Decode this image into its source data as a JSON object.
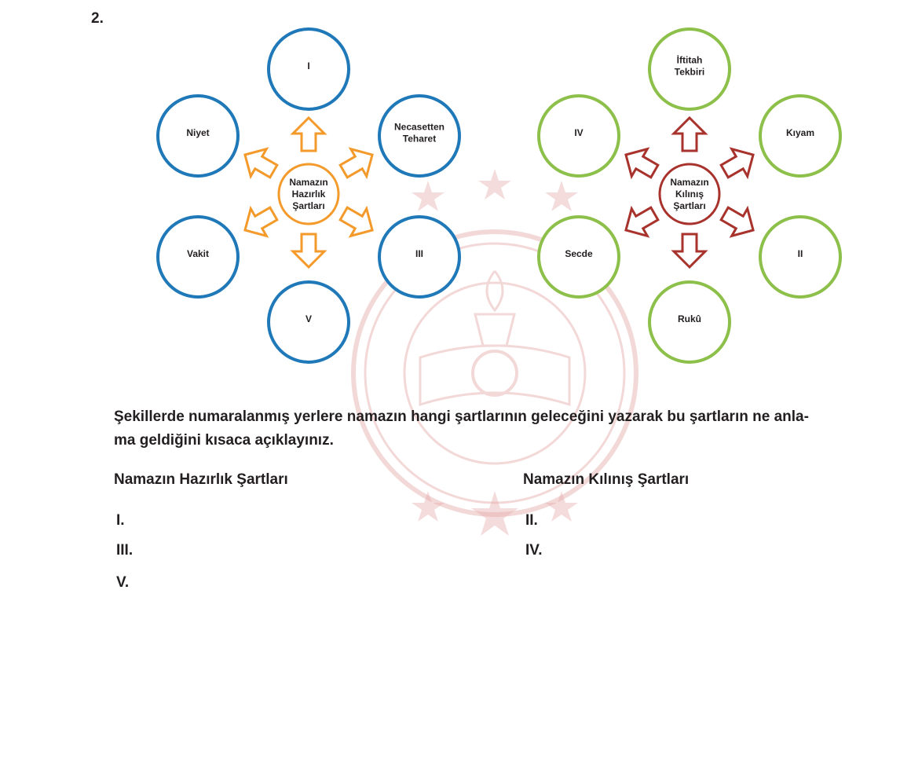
{
  "question_number": "2.",
  "diagrams": [
    {
      "center_lines": [
        "Namazın",
        "Hazırlık",
        "Şartları"
      ],
      "nodes": [
        {
          "lines": [
            "I"
          ]
        },
        {
          "lines": [
            "Necasetten",
            "Teharet"
          ]
        },
        {
          "lines": [
            "III"
          ]
        },
        {
          "lines": [
            "V"
          ]
        },
        {
          "lines": [
            "Vakit"
          ]
        },
        {
          "lines": [
            "Niyet"
          ]
        }
      ],
      "colors": {
        "circle": "#1f78b8",
        "center": "#f39a2b",
        "arrow": "#f39a2b"
      }
    },
    {
      "center_lines": [
        "Namazın",
        "Kılınış",
        "Şartları"
      ],
      "nodes": [
        {
          "lines": [
            "İftitah",
            "Tekbiri"
          ]
        },
        {
          "lines": [
            "Kıyam"
          ]
        },
        {
          "lines": [
            "II"
          ]
        },
        {
          "lines": [
            "Rukû"
          ]
        },
        {
          "lines": [
            "Secde"
          ]
        },
        {
          "lines": [
            "IV"
          ]
        }
      ],
      "colors": {
        "circle": "#8dc04a",
        "center": "#a8322c",
        "arrow": "#a8322c"
      }
    }
  ],
  "instruction": {
    "line1": "Şekillerde numaralanmış yerlere namazın hangi şartlarının geleceğini yazarak bu şartların ne anla-",
    "line2": "ma geldiğini kısaca açıklayınız."
  },
  "answers": {
    "left_heading": "Namazın Hazırlık Şartları",
    "right_heading": "Namazın Kılınış Şartları",
    "left_items": [
      "I.",
      "III.",
      "V."
    ],
    "right_items": [
      "II.",
      "IV."
    ]
  }
}
